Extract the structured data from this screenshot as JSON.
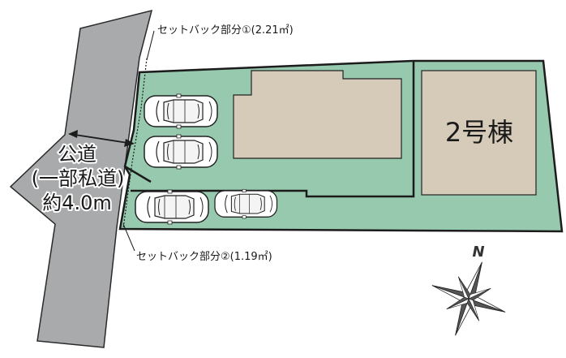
{
  "road": {
    "label_line1": "公道",
    "label_line2": "(一部私道)",
    "label_line3": "約4.0m"
  },
  "setbacks": [
    {
      "label": "セットバック部分①(2.21㎡)"
    },
    {
      "label": "セットバック部分②(1.19㎡)"
    }
  ],
  "lots": [
    {
      "building_label": "2号棟"
    }
  ],
  "compass": {
    "north_label": "N"
  },
  "colors": {
    "road": "#a9aaab",
    "lot": "#96c9ae",
    "building": "#d6cbb8",
    "outline": "#1c1c1c",
    "car_body": "#ffffff"
  }
}
